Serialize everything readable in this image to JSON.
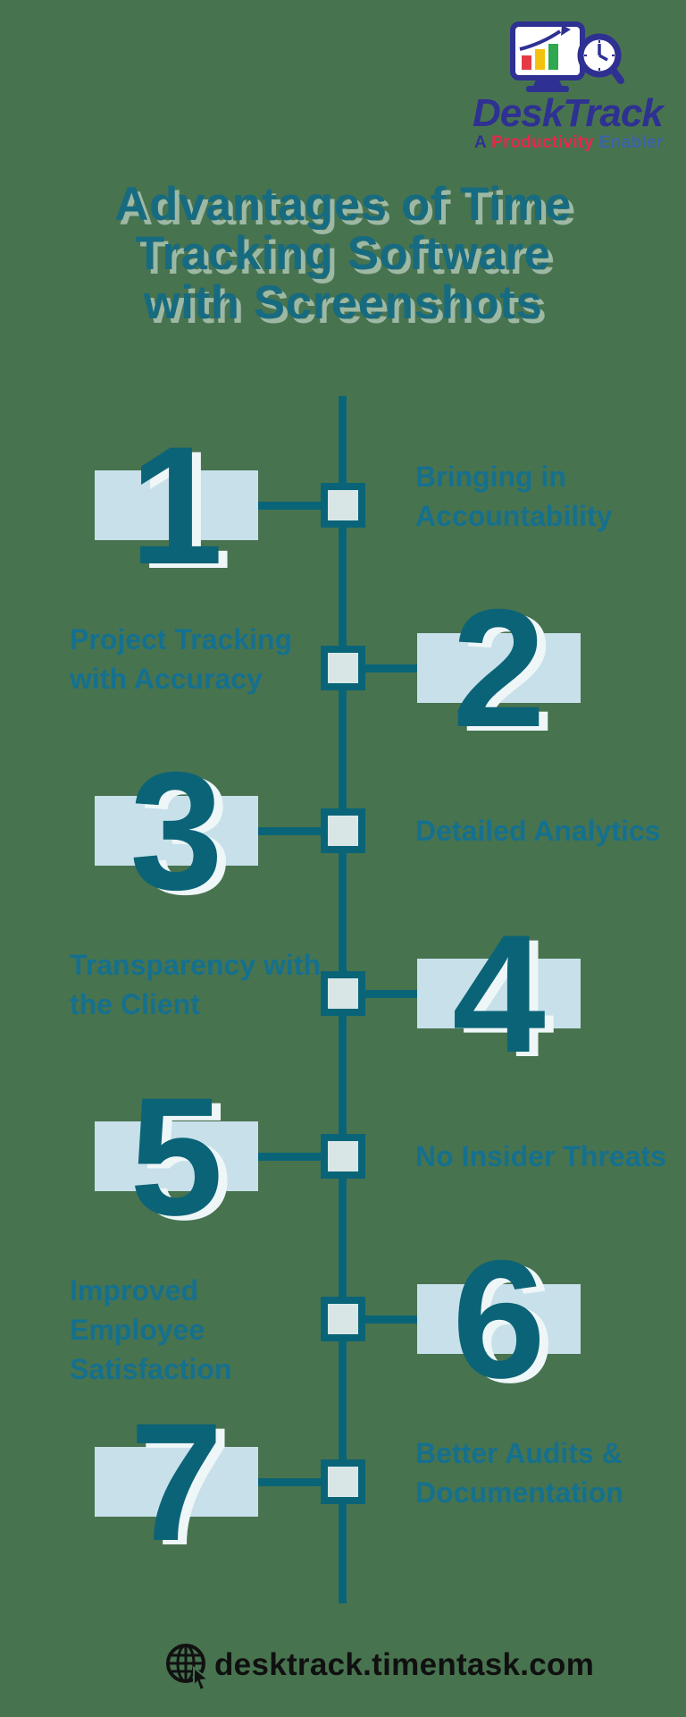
{
  "page": {
    "background_color": "#48734f"
  },
  "logo": {
    "brand": "DeskTrack",
    "tagline_prefix": "A",
    "tagline_highlight": "Productivity",
    "tagline_suffix": "Enabler",
    "icon": "monitor-chart-clock-magnifier-icon",
    "colors": {
      "navy": "#2e3192",
      "red": "#e8274d",
      "enabler_blue": "#3b63a8"
    }
  },
  "title": {
    "lines": [
      "Advantages of Time",
      "Tracking Software",
      "with Screenshots"
    ],
    "color": "#176b80"
  },
  "timeline": {
    "line_color": "#0a6478",
    "node_fill": "#d8e7e6",
    "number_color": "#0b6377",
    "number_backdrop_color": "#c7e0ea",
    "label_color": "#15708e"
  },
  "items": [
    {
      "number": "1",
      "label_lines": [
        "Bringing in",
        "Accountability"
      ]
    },
    {
      "number": "2",
      "label_lines": [
        "Project Tracking",
        "with Accuracy"
      ]
    },
    {
      "number": "3",
      "label_lines": [
        "Detailed Analytics"
      ]
    },
    {
      "number": "4",
      "label_lines": [
        "Transparency with",
        "the Client"
      ]
    },
    {
      "number": "5",
      "label_lines": [
        "No Insider Threats"
      ]
    },
    {
      "number": "6",
      "label_lines": [
        "Improved Employee",
        "Satisfaction"
      ]
    },
    {
      "number": "7",
      "label_lines": [
        "Better Audits &",
        "Documentation"
      ]
    }
  ],
  "footer": {
    "url": "desktrack.timentask.com",
    "icon": "globe-cursor-icon"
  }
}
